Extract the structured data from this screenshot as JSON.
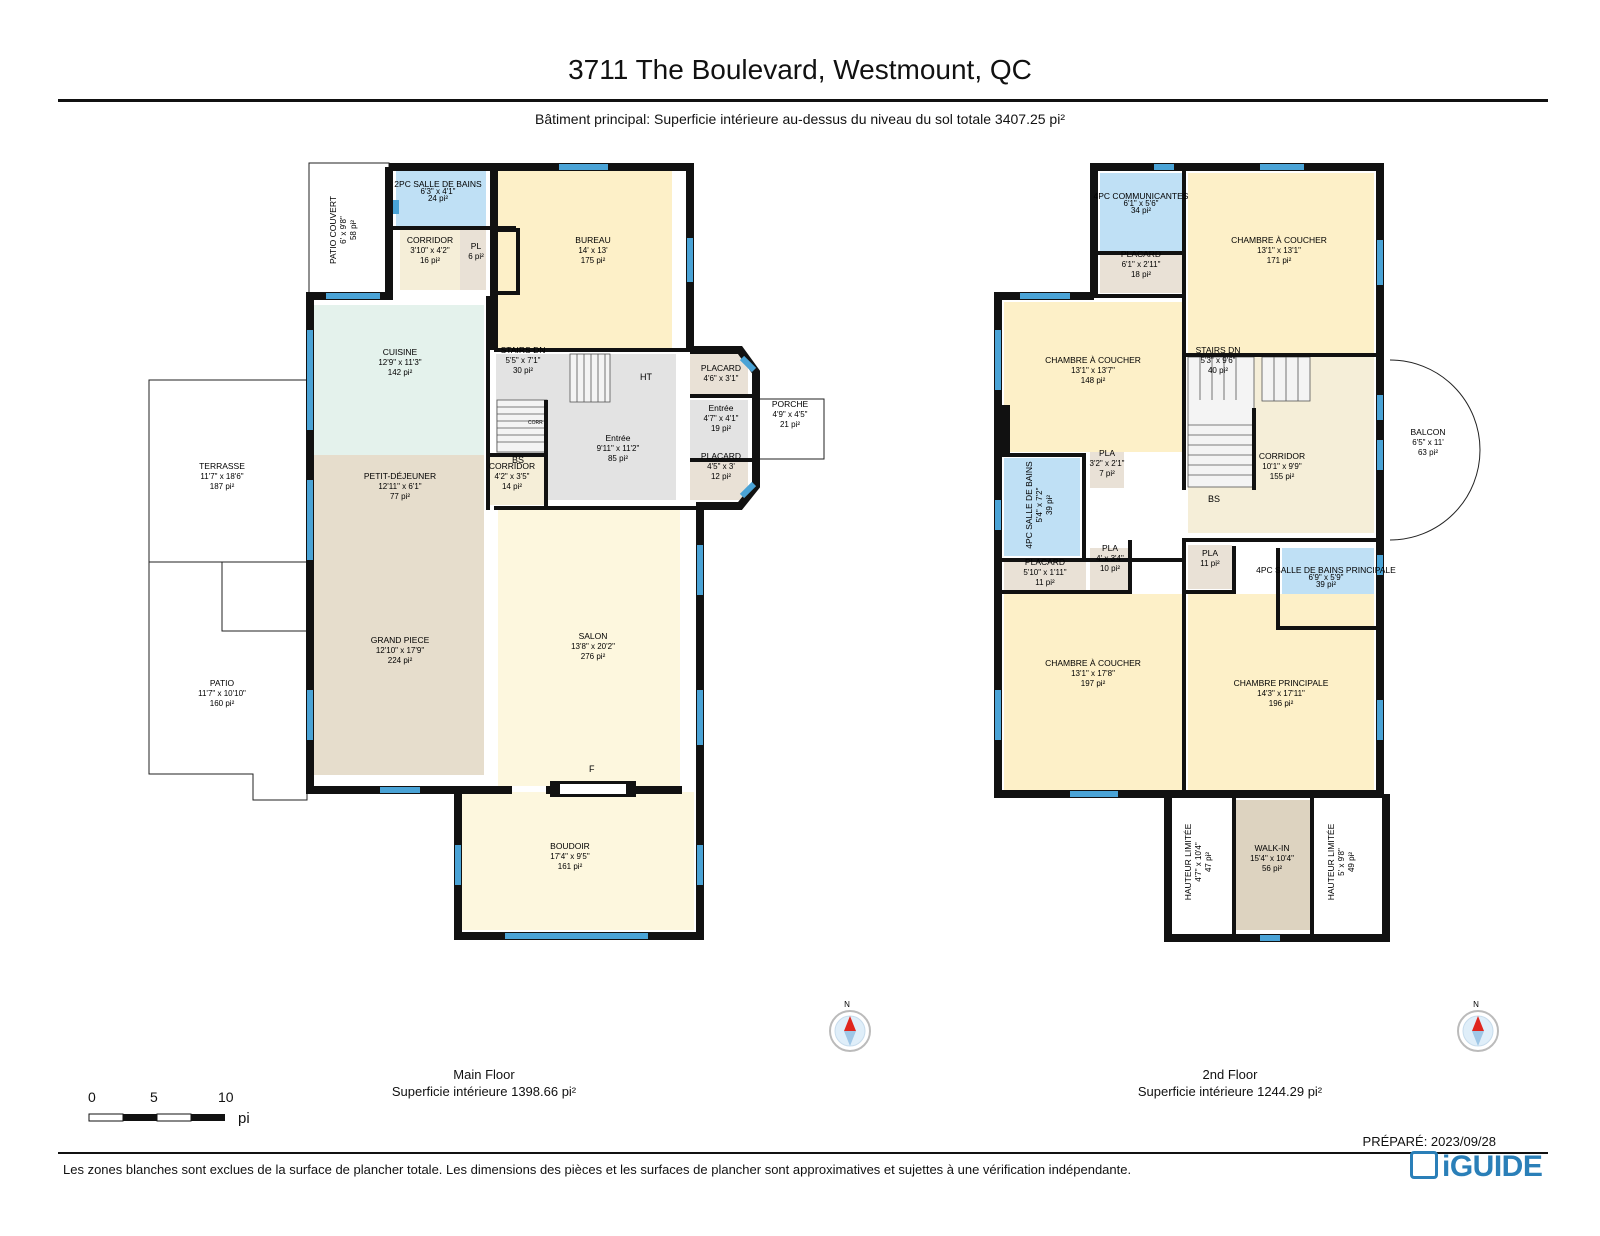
{
  "header": {
    "title": "3711 The Boulevard, Westmount, QC",
    "subtitle": "Bâtiment principal: Superficie intérieure au-dessus du niveau du sol totale 3407.25 pi²"
  },
  "colors": {
    "wall": "#111111",
    "window": "#4aa3d6",
    "bedroom": "#fdf0c8",
    "living": "#fdf7de",
    "bath": "#bfe0f5",
    "kitchen": "#e4f2ec",
    "great_room": "#e6ddcc",
    "closet": "#e9e1d6",
    "hall": "#e3e3e3",
    "walkin": "#ddd3c0",
    "compass_red": "#e0261e",
    "brand": "#2a7fb8"
  },
  "main_floor": {
    "label": "Main Floor",
    "area": "Superficie intérieure 1398.66 pi²",
    "rooms": [
      {
        "name": "PATIO COUVERT",
        "dim": "6' x 9'8\"",
        "area": "58 pi²"
      },
      {
        "name": "2PC SALLE DE BAINS",
        "dim": "6'3\" x 4'1\"",
        "area": "24 pi²"
      },
      {
        "name": "CORRIDOR",
        "dim": "3'10\" x 4'2\"",
        "area": "16 pi²"
      },
      {
        "name": "PL",
        "dim": "",
        "area": "6 pi²"
      },
      {
        "name": "BUREAU",
        "dim": "14' x 13'",
        "area": "175 pi²"
      },
      {
        "name": "CUISINE",
        "dim": "12'9\" x 11'3\"",
        "area": "142 pi²"
      },
      {
        "name": "STAIRS DN",
        "dim": "5'5\" x 7'1\"",
        "area": "30 pi²"
      },
      {
        "name": "PLACARD",
        "dim": "4'6\" x 3'1\"",
        "area": ""
      },
      {
        "name": "Entrée",
        "dim": "4'7\" x 4'1\"",
        "area": "19 pi²"
      },
      {
        "name": "PORCHE",
        "dim": "4'9\" x 4'5\"",
        "area": "21 pi²"
      },
      {
        "name": "Entrée",
        "dim": "9'11\" x 11'2\"",
        "area": "85 pi²"
      },
      {
        "name": "PLACARD",
        "dim": "4'5\" x 3'",
        "area": "12 pi²"
      },
      {
        "name": "TERRASSE",
        "dim": "11'7\" x 18'6\"",
        "area": "187 pi²"
      },
      {
        "name": "PETIT-DÉJEUNER",
        "dim": "12'11\" x 6'1\"",
        "area": "77 pi²"
      },
      {
        "name": "CORRIDOR",
        "dim": "4'2\" x 3'5\"",
        "area": "14 pi²"
      },
      {
        "name": "SALON",
        "dim": "13'8\" x 20'2\"",
        "area": "276 pi²"
      },
      {
        "name": "GRAND PIECE",
        "dim": "12'10\" x 17'9\"",
        "area": "224 pi²"
      },
      {
        "name": "PATIO",
        "dim": "11'7\" x 10'10\"",
        "area": "160 pi²"
      },
      {
        "name": "BOUDOIR",
        "dim": "17'4\" x 9'5\"",
        "area": "161 pi²"
      }
    ],
    "marks": {
      "ht": "HT",
      "bs": "BS",
      "f": "F",
      "corr": "CORR"
    }
  },
  "second_floor": {
    "label": "2nd Floor",
    "area": "Superficie intérieure 1244.29 pi²",
    "rooms": [
      {
        "name": "4PC COMMUNICANTES",
        "dim": "6'1\" x 5'6\"",
        "area": "34 pi²"
      },
      {
        "name": "CHAMBRE À COUCHER",
        "dim": "13'1\" x 13'1\"",
        "area": "171 pi²"
      },
      {
        "name": "PLACARD",
        "dim": "6'1\" x 2'11\"",
        "area": "18 pi²"
      },
      {
        "name": "CHAMBRE À COUCHER",
        "dim": "13'1\" x 13'7\"",
        "area": "148 pi²"
      },
      {
        "name": "STAIRS DN",
        "dim": "5'3\" x 9'6\"",
        "area": "40 pi²"
      },
      {
        "name": "BALCON",
        "dim": "6'5\" x 11'",
        "area": "63 pi²"
      },
      {
        "name": "CORRIDOR",
        "dim": "10'1\" x 9'9\"",
        "area": "155 pi²"
      },
      {
        "name": "PLA",
        "dim": "3'2\" x 2'1\"",
        "area": "7 pi²"
      },
      {
        "name": "4PC SALLE DE BAINS",
        "dim": "5'4\" x 7'2\"",
        "area": "39 pi²"
      },
      {
        "name": "PLACARD",
        "dim": "5'10\" x 1'11\"",
        "area": "11 pi²"
      },
      {
        "name": "PLA",
        "dim": "4' x 3'4\"",
        "area": "10 pi²"
      },
      {
        "name": "PLA",
        "dim": "",
        "area": "11 pi²"
      },
      {
        "name": "4PC SALLE DE BAINS PRINCIPALE",
        "dim": "6'9\" x 5'9\"",
        "area": "39 pi²"
      },
      {
        "name": "CHAMBRE À COUCHER",
        "dim": "13'1\" x 17'8\"",
        "area": "197 pi²"
      },
      {
        "name": "CHAMBRE PRINCIPALE",
        "dim": "14'3\" x 17'11\"",
        "area": "196 pi²"
      },
      {
        "name": "HAUTEUR LIMITÉE",
        "dim": "4'7\" x 10'4\"",
        "area": "47 pi²"
      },
      {
        "name": "WALK-IN",
        "dim": "15'4\" x 10'4\"",
        "area": "56 pi²"
      },
      {
        "name": "HAUTEUR LIMITÉE",
        "dim": "5' x 9'8\"",
        "area": "49 pi²"
      }
    ],
    "marks": {
      "bs": "BS"
    }
  },
  "compass": {
    "north": "N"
  },
  "scale": {
    "ticks": [
      "0",
      "5",
      "10"
    ],
    "unit": "pi"
  },
  "prepared": "PRÉPARÉ: 2023/09/28",
  "footer": "Les zones blanches sont exclues de la surface de plancher totale. Les dimensions des pièces et les surfaces de plancher sont approximatives et sujettes à une vérification indépendante.",
  "brand": {
    "logo_text": "iGUIDE",
    "logo_icon": "iguide-logo-icon"
  }
}
